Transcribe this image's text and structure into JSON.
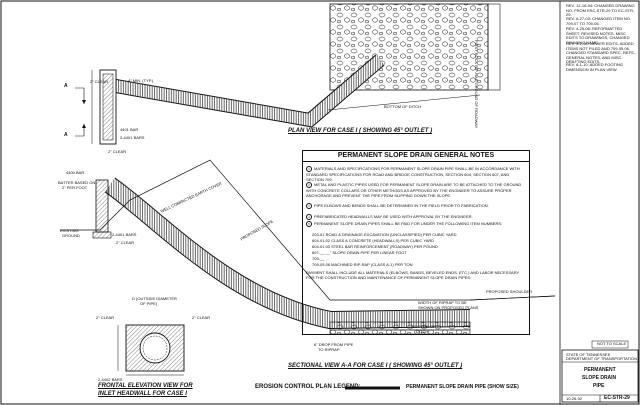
{
  "views": {
    "plan_title": "PLAN VIEW FOR CASE I ( SHOWING 45° OUTLET )",
    "section_title": "SECTIONAL VIEW A-A FOR CASE I ( SHOWING 45° OUTLET )",
    "frontal_title_1": "FRONTAL ELEVATION VIEW FOR",
    "frontal_title_2": "INLET HEADWALL FOR CASE I"
  },
  "callouts": {
    "clear_2_a": "2\" CLEAR",
    "width_typ": "4\" MIN. (TYP.)",
    "bar_4401": "4401 BAR",
    "bars_4401": "2-4401 BARS",
    "clear_2_b": "2\" CLEAR",
    "section_a_1": "A",
    "section_a_2": "A",
    "bottom_ditch": "BOTTOM OF DITCH",
    "rock_ditch": "FIRST ROCK RIP-RAP GROUND OF ROADWAY",
    "bar_4400": "4400 BAR",
    "batter": "BATTER BASED ON",
    "batter_2": "2\" PER FOOT",
    "existing_ground": "EXISTING",
    "existing_ground_2": "GROUND",
    "bars_4401_b": "2-4401 BARS",
    "clear_2_c": "2\" CLEAR",
    "compacted": "WELL COMPACTED EARTH COVER",
    "proposed_slope": "PROPOSED SLOPE",
    "pipe_inlet": "D (OUTSIDE DIAMETER",
    "pipe_inlet_2": "OF PIPE)",
    "proposed_shoulder": "PROPOSED SHOULDER",
    "riprap_width": "WIDTH OF RIPRAP TO BE",
    "riprap_width_2": "SHOWN ON PROPOSED PLANS",
    "bottom_ditch_b": "BOTTOM OF",
    "bottom_ditch_c": "DITCH",
    "drop": "6\" DROP FROM PIPE",
    "drop_2": "TO RIPRAP",
    "clear_2_d": "2\" CLEAR",
    "clear_2_e": "2\" CLEAR",
    "bars_4402": "2-4402 BARS"
  },
  "notes": {
    "heading": "PERMANENT SLOPE DRAIN GENERAL NOTES",
    "items": [
      "MATERIALS AND SPECIFICATIONS FOR PERMANENT SLOPE DRAIN PIPE SHALL BE IN ACCORDANCE WITH STANDARD SPECIFICATIONS FOR ROAD AND BRIDGE CONSTRUCTION, SECTION 604, SECTION 607, AND SECTION 709.",
      "METAL AND PLASTIC PIPES USED FOR PERMANENT SLOPE DRAIN ARE TO BE ATTACHED TO THE GROUND WITH CONCRETE COLLARS OR OTHER METHODS AS APPROVED BY THE ENGINEER TO ASSURE PROPER ANCHORAGE AND PREVENT THE PIPE FROM SLIPPING DOWN THE SLOPE.",
      "PIPE ELBOWS AND BENDS SHALL BE DETERMINED IN THE FIELD PRIOR TO FABRICATION.",
      "PREFABRICATED HEADWALLS MAY BE USED WITH APPROVAL BY THE ENGINEER.",
      "PERMANENT SLOPE DRAIN PIPES SHALL BE PAID FOR UNDER THE FOLLOWING ITEM NUMBERS:"
    ],
    "pay_items": [
      "203-01     ROAD & DRAINAGE EXCAVATION (UNCLASSIFIED) PER CUBIC YARD",
      "604-01.02   CLASS A CONCRETE (HEADWALLS) PER CUBIC YARD",
      "604-01.03   STEEL BAR REINFORCEMENT (ROADWAY) PER POUND",
      "607-__     __\" SLOPE DRAIN PIPE PER LINEAR FOOT",
      "709-__     ...",
      "709-05.06   MACHINED RIP-RAP (CLASS A-1) PER TON"
    ],
    "footer": "PAYMENT SHALL INCLUDE ALL MATERIALS (ELBOWS, BANDS, BEVELED ENDS, ETC.) AND LABOR NECESSARY FOR THE CONSTRUCTION AND MAINTENANCE OF PERMANENT SLOPE DRAIN PIPES."
  },
  "revisions": [
    "REV. 12-16-94: CHANGED DRAWING NO. FROM ESC-STR-29 TO EC-STR-29.",
    "REV. 6-27-03: CHANGED ITEM NO. 709-07 TO 709-05.",
    "REV. 4-25-06: REFORMATTED SHEET, REVISED NOTES, MISC. EDITS TO DRAWINGS, CHANGED DRAWING NAME.",
    "REV. 4-1-08: NEWER EDITS, ADDED ITEMS NOT PILED AND 709-05.06, CHANGED STANDARD SPEC. REFS., GENERAL NOTES, AND MISC. DRAFTING EDITS.",
    "REV. 8-1-10: ADDED FOOTING DIMENSION IN PLAN VIEW."
  ],
  "legend": {
    "label": "EROSION CONTROL PLAN LEGEND:",
    "item": "PERMANENT SLOPE DRAIN PIPE (SHOW SIZE)"
  },
  "title_block": {
    "not_to_scale": "NOT TO SCALE",
    "state": "STATE OF TENNESSEE",
    "dept": "DEPARTMENT OF TRANSPORTATION",
    "title_1": "PERMANENT",
    "title_2": "SLOPE DRAIN",
    "title_3": "PIPE",
    "date": "10-26-92",
    "drawing_no": "EC-STR-29"
  },
  "colors": {
    "ink": "#111111",
    "paper": "#ffffff"
  }
}
